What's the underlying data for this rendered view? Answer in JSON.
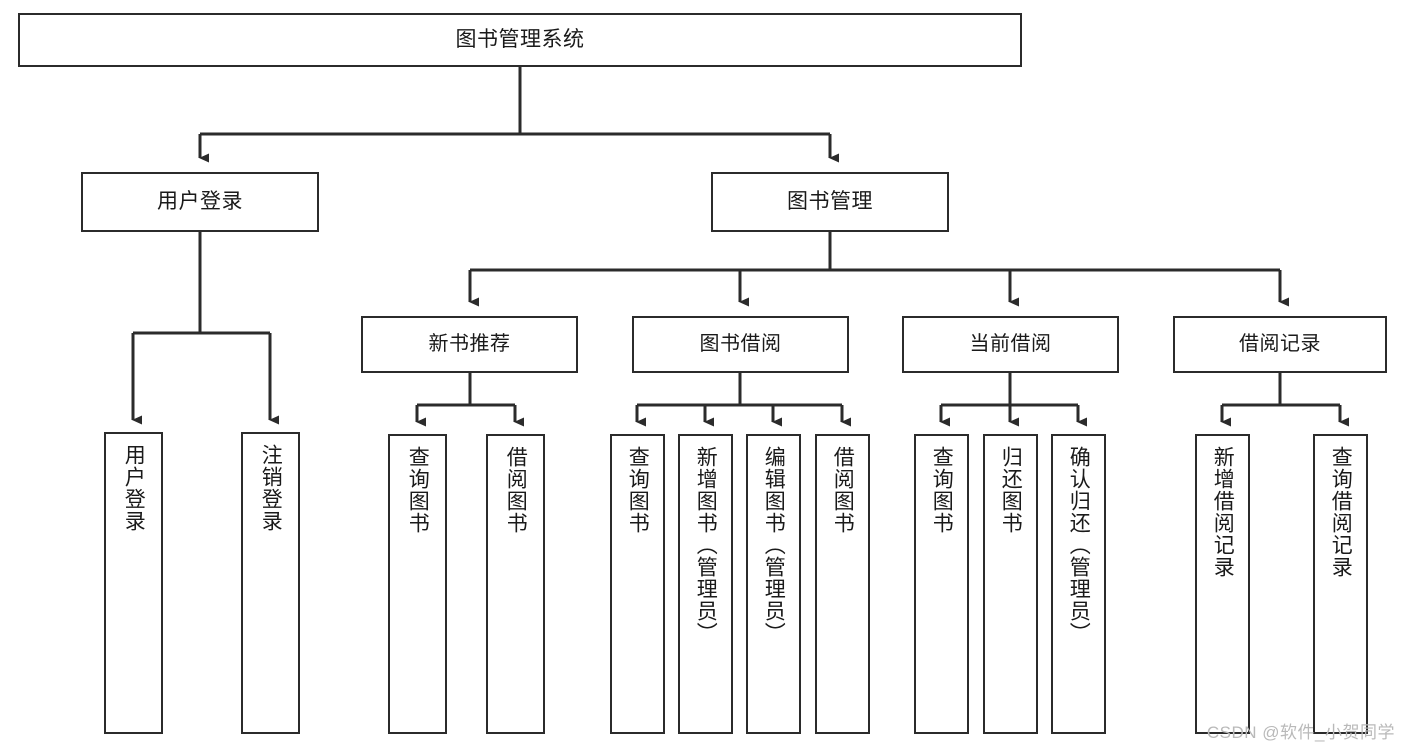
{
  "diagram": {
    "title": "图书管理系统",
    "type": "tree-hierarchy-chart",
    "orientation": "top-down",
    "colors": {
      "stroke": "#2b2b2b",
      "fill": "#ffffff",
      "text": "#1a1a1a",
      "watermark": "#b9b9b9"
    },
    "root": {
      "label": "图书管理系统"
    },
    "level2": [
      {
        "id": "user-login",
        "label": "用户登录"
      },
      {
        "id": "book-management",
        "label": "图书管理"
      }
    ],
    "level3": [
      {
        "id": "new-book-recommend",
        "label": "新书推荐"
      },
      {
        "id": "book-borrow",
        "label": "图书借阅"
      },
      {
        "id": "current-borrow",
        "label": "当前借阅"
      },
      {
        "id": "borrow-record",
        "label": "借阅记录"
      }
    ],
    "leaves": {
      "user_login": [
        {
          "id": "leaf-user-login",
          "label": "用户登录"
        },
        {
          "id": "leaf-logout-login",
          "label": "注销登录"
        }
      ],
      "new_book_recommend": [
        {
          "id": "leaf-query-book-1",
          "label": "查询图书"
        },
        {
          "id": "leaf-borrow-book-1",
          "label": "借阅图书"
        }
      ],
      "book_borrow": [
        {
          "id": "leaf-query-book-2",
          "label": "查询图书"
        },
        {
          "id": "leaf-add-book",
          "label": "新增图书（管理员）"
        },
        {
          "id": "leaf-edit-book",
          "label": "编辑图书（管理员）"
        },
        {
          "id": "leaf-borrow-book-2",
          "label": "借阅图书"
        }
      ],
      "current_borrow": [
        {
          "id": "leaf-query-book-3",
          "label": "查询图书"
        },
        {
          "id": "leaf-return-book",
          "label": "归还图书"
        },
        {
          "id": "leaf-confirm-return",
          "label": "确认归还（管理员）"
        }
      ],
      "borrow_record": [
        {
          "id": "leaf-add-borrow-record",
          "label": "新增借阅记录"
        },
        {
          "id": "leaf-query-borrow-record",
          "label": "查询借阅记录"
        }
      ]
    }
  },
  "watermark": {
    "text": "CSDN @软件_小贺同学"
  }
}
